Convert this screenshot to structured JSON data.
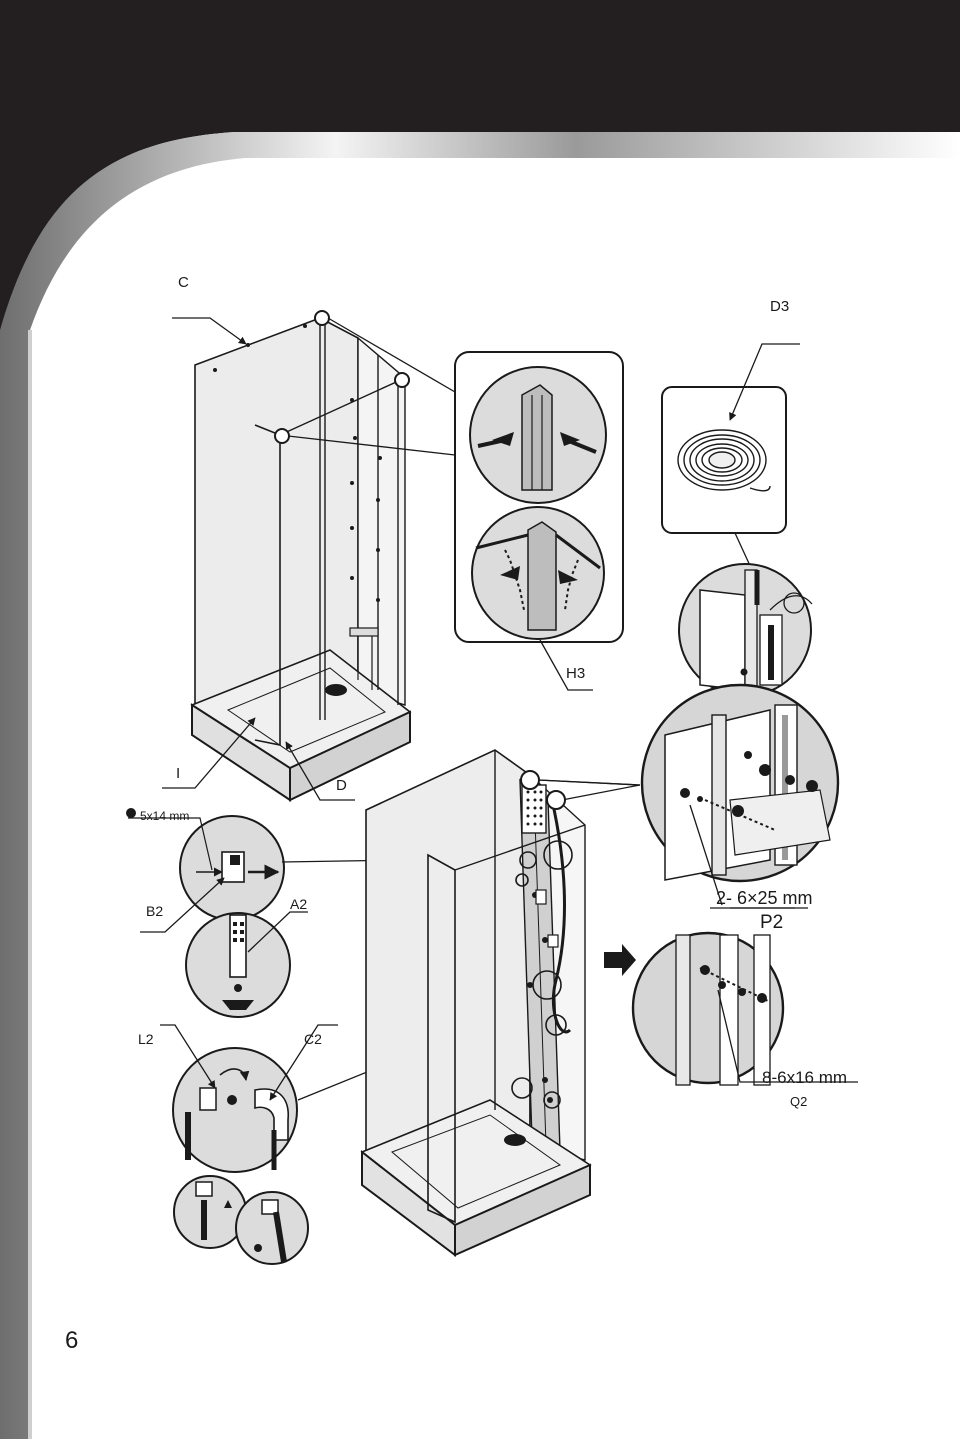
{
  "page": {
    "number": "6"
  },
  "labels": {
    "C": "C",
    "D3": "D3",
    "H3": "H3",
    "I": "I",
    "D": "D",
    "screw_5x14": "5x14 mm",
    "B2": "B2",
    "A2": "A2",
    "P2_spec": "2- 6×25 mm",
    "P2": "P2",
    "L2": "L2",
    "C2": "C2",
    "Q2_spec": "8-6x16 mm",
    "Q2": "Q2"
  },
  "colors": {
    "header_dark": "#231f20",
    "line": "#1a1a1a",
    "panel_grey": "#d9d9d9",
    "tray_grey": "#e6e6e6"
  }
}
